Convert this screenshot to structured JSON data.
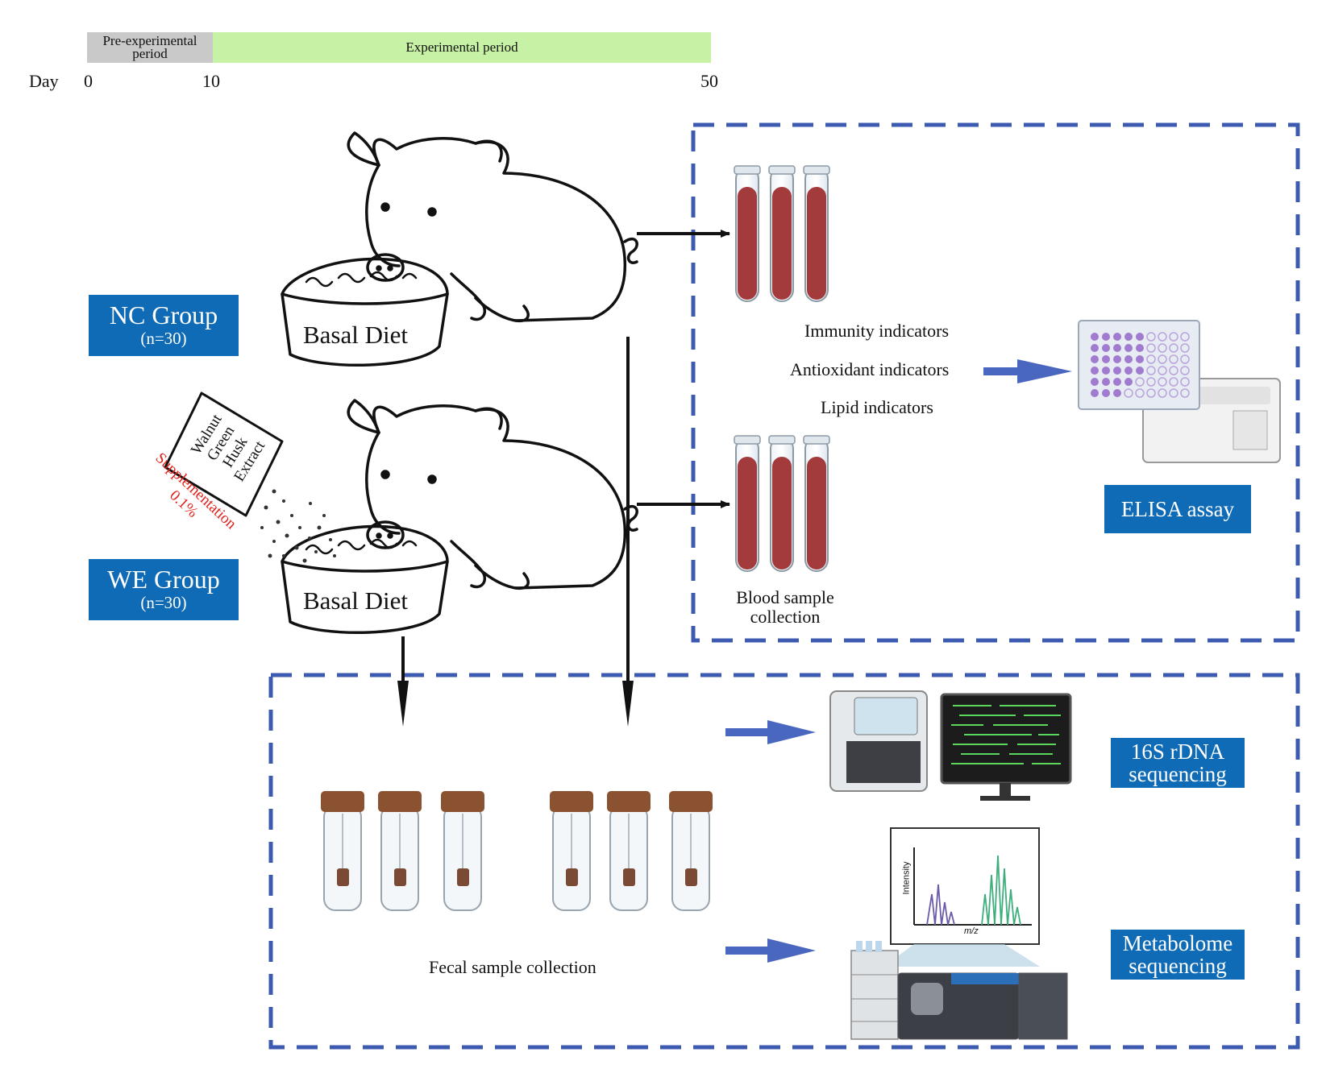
{
  "timeline": {
    "pre_label": "Pre-experimental period",
    "exp_label": "Experimental period",
    "day_label": "Day",
    "tick_0": "0",
    "tick_10": "10",
    "tick_50": "50"
  },
  "groups": {
    "nc": {
      "name": "NC Group",
      "n": "(n=30)",
      "diet": "Basal Diet"
    },
    "we": {
      "name": "WE Group",
      "n": "(n=30)",
      "diet": "Basal Diet"
    }
  },
  "extract": {
    "bag_lines": [
      "Walnut",
      "Green",
      "Husk",
      "Extract"
    ],
    "supplement_label": "Supplementation",
    "supplement_dose": "0.1%"
  },
  "blood": {
    "indicators": [
      "Immunity indicators",
      "Antioxidant indicators",
      "Lipid indicators"
    ],
    "collection_label": "Blood sample collection",
    "assay_label": "ELISA assay"
  },
  "fecal": {
    "collection_label": "Fecal sample collection",
    "seq16s_label": "16S rDNA sequencing",
    "metabolome_label": "Metabolome sequencing",
    "spectrum_ylabel": "Intensity",
    "spectrum_xlabel": "m/z"
  },
  "colors": {
    "accent_blue": "#0f6bb5",
    "dashed_border": "#3c5bb0",
    "arrow_blue": "#4a67c0",
    "blood_red": "#a33a3c",
    "supplement_red": "#e0201b",
    "pre_period": "#c9c9c9",
    "exp_period": "#c7f2a6"
  }
}
